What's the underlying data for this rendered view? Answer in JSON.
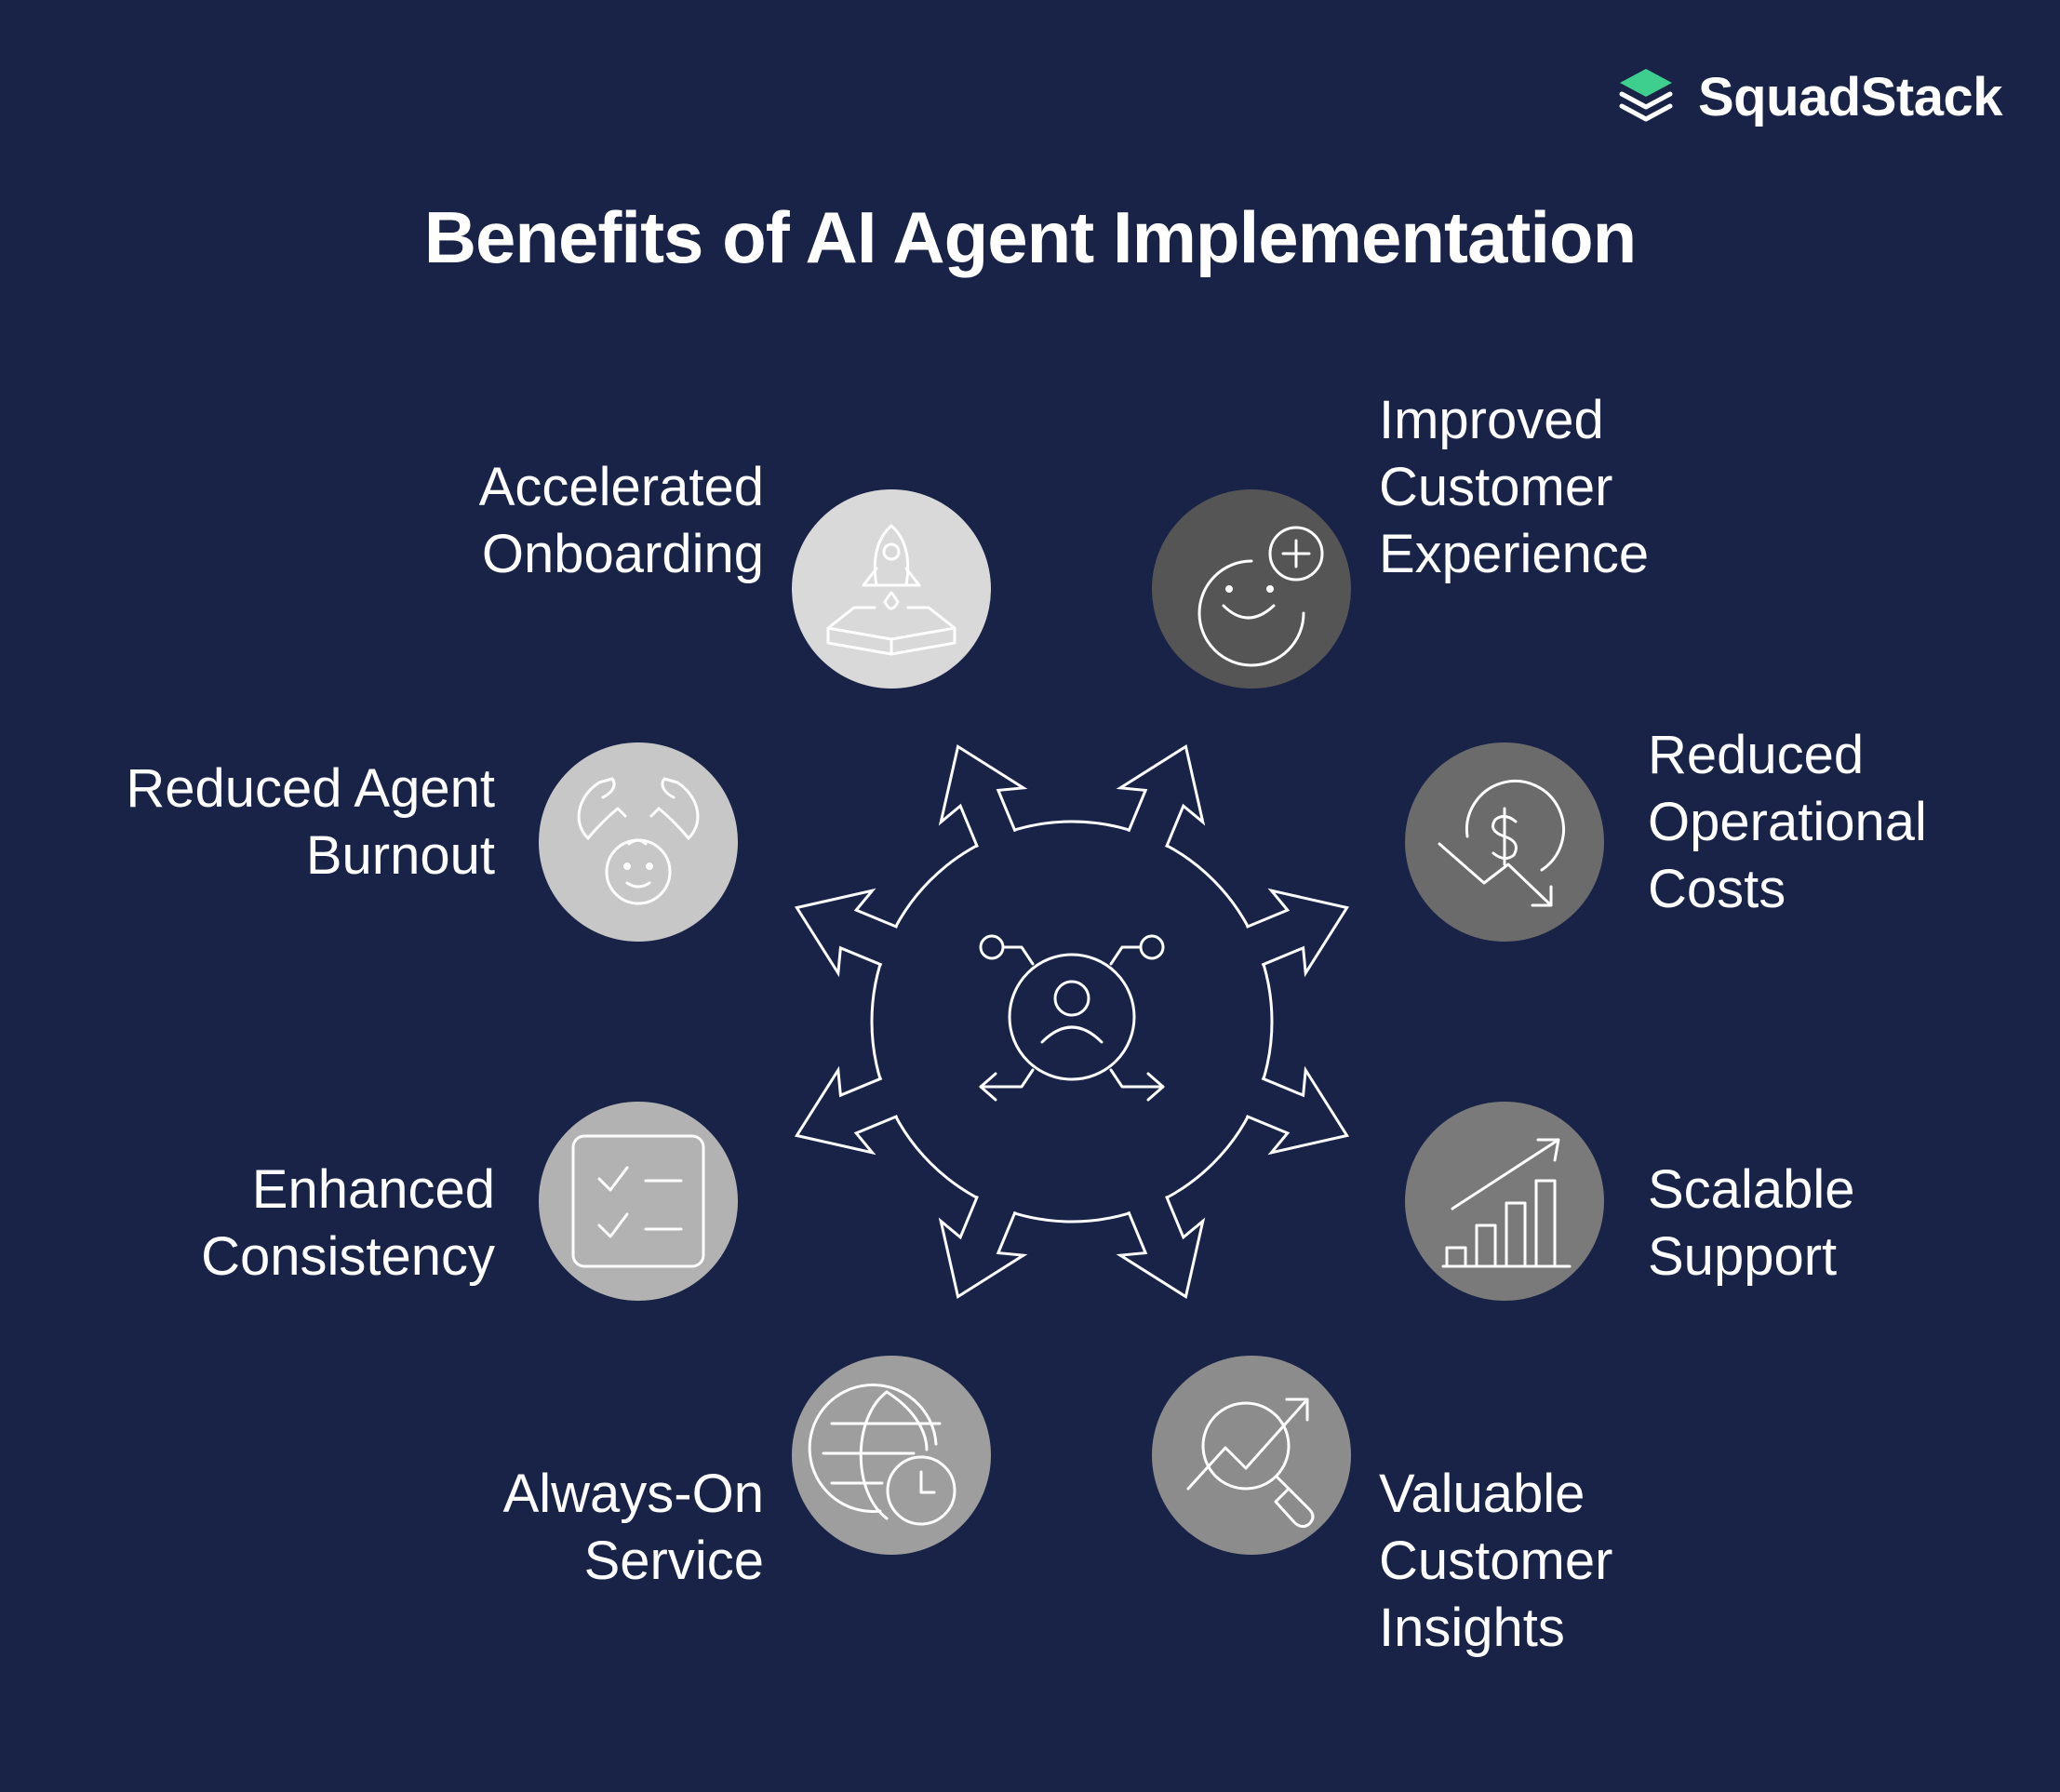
{
  "brand": {
    "name": "SquadStack",
    "logo_color": "#3ECF8E"
  },
  "title": "Benefits of AI Agent Implementation",
  "center": {
    "icon": "agent-hub-icon"
  },
  "benefits": [
    {
      "lines": [
        "Accelerated",
        "Onboarding"
      ],
      "icon": "rocket-launch-icon",
      "circle_color": "#D9D9D9"
    },
    {
      "lines": [
        "Improved",
        "Customer",
        "Experience"
      ],
      "icon": "happy-face-plus-icon",
      "circle_color": "#555555"
    },
    {
      "lines": [
        "Reduced Agent",
        "Burnout"
      ],
      "icon": "caring-hands-icon",
      "circle_color": "#C7C7C7"
    },
    {
      "lines": [
        "Reduced",
        "Operational",
        "Costs"
      ],
      "icon": "dollar-down-icon",
      "circle_color": "#6B6B6B"
    },
    {
      "lines": [
        "Enhanced",
        "Consistency"
      ],
      "icon": "checklist-icon",
      "circle_color": "#B2B2B2"
    },
    {
      "lines": [
        "Scalable",
        "Support"
      ],
      "icon": "growth-bars-icon",
      "circle_color": "#7A7A7A"
    },
    {
      "lines": [
        "Always-On",
        "Service"
      ],
      "icon": "globe-clock-icon",
      "circle_color": "#9E9E9E"
    },
    {
      "lines": [
        "Valuable",
        "Customer",
        "Insights"
      ],
      "icon": "insight-search-icon",
      "circle_color": "#8C8C8C"
    }
  ]
}
